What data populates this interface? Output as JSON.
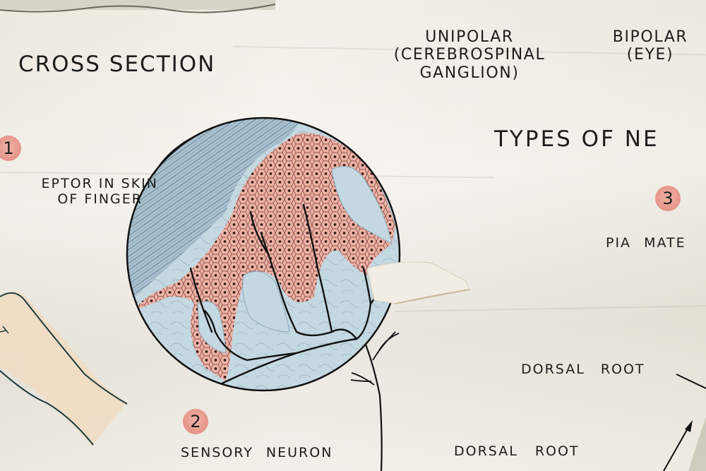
{
  "poster": {
    "section_title": "CROSS SECTION",
    "types_heading": "TYPES OF NE",
    "neuron_types": [
      {
        "line1": "UNIPOLAR",
        "line2": "(CEREBROSPINAL",
        "line3": "GANGLION)"
      },
      {
        "line1": "BIPOLAR",
        "line2": "(EYE)"
      }
    ],
    "callouts": [
      {
        "number": "1",
        "line1": "EPTOR IN SKIN",
        "line2": "OF FINGER"
      },
      {
        "number": "2",
        "line1": "SENSORY NEURON"
      },
      {
        "number": "3",
        "line1": "PIA MATE"
      }
    ],
    "root_labels": [
      {
        "text": "DORSAL ROOT"
      },
      {
        "text": "DORSAL ROOT"
      }
    ]
  },
  "colors": {
    "paper": "#efebe3",
    "ink": "#1d1d1b",
    "badge": "#e7988c",
    "epidermis": "#eeb2a6",
    "dermis": "#bcd3dd",
    "stratum": "#9fb7c6",
    "skin_tone": "#f0dcc2"
  }
}
